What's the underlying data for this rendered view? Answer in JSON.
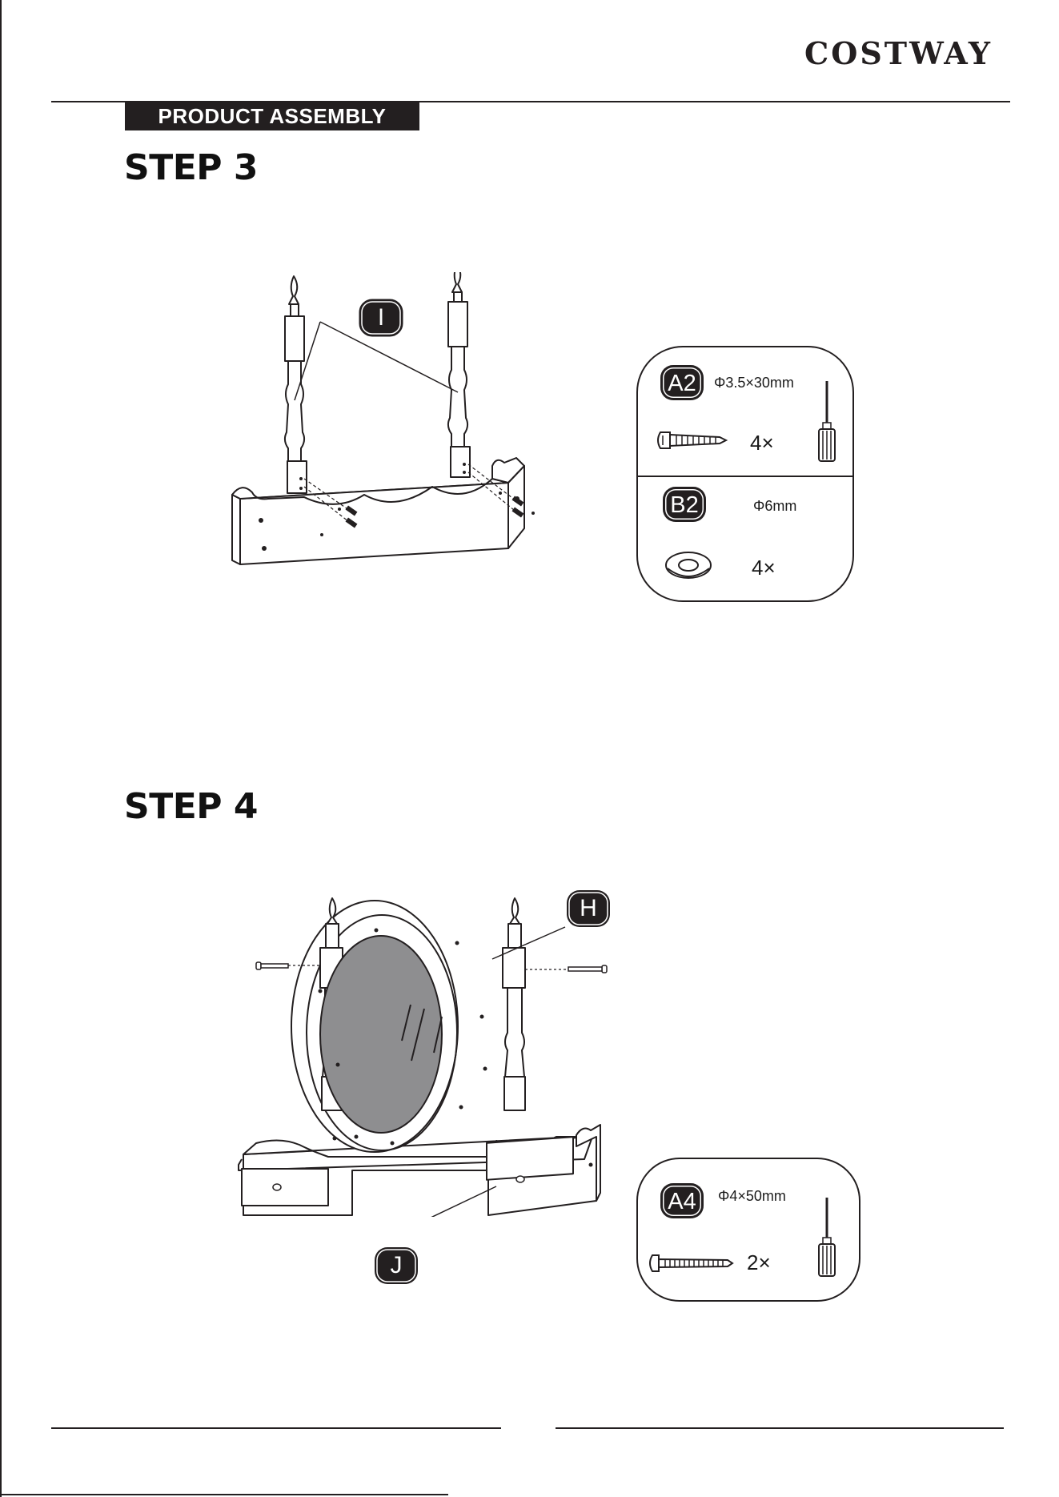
{
  "header": {
    "brand": "COSTWAY",
    "section": "PRODUCT ASSEMBLY"
  },
  "steps": [
    {
      "title": "STEP 3",
      "part_label": "I",
      "hardware": [
        {
          "code": "A2",
          "spec": "Φ3.5×30mm",
          "qty": "4×",
          "icon": "screw-icon"
        },
        {
          "code": "B2",
          "spec": "Φ6mm",
          "qty": "4×",
          "icon": "washer-icon"
        }
      ]
    },
    {
      "title": "STEP 4",
      "part_labels": [
        "H",
        "J"
      ],
      "hardware": [
        {
          "code": "A4",
          "spec": "Φ4×50mm",
          "qty": "2×",
          "icon": "long-bolt-icon"
        }
      ]
    }
  ],
  "colors": {
    "ink": "#231f20",
    "mirror": "#8e8e90"
  }
}
